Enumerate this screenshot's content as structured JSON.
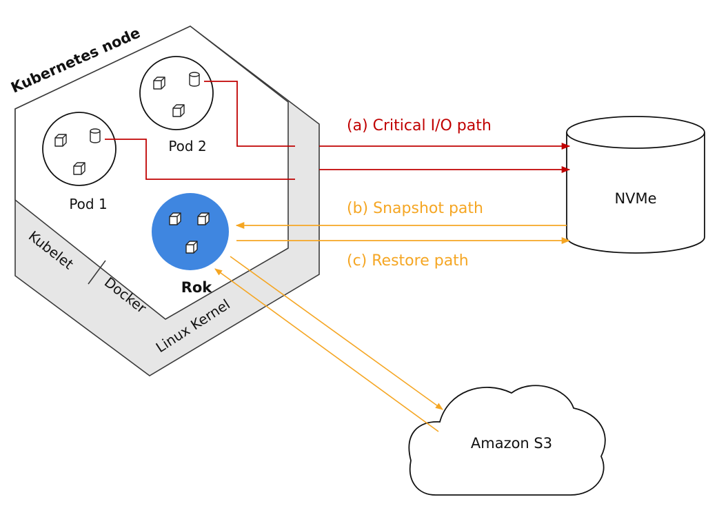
{
  "node": {
    "title": "Kubernetes node"
  },
  "pods": [
    {
      "label": "Pod 1"
    },
    {
      "label": "Pod 2"
    }
  ],
  "components": {
    "kubelet": "Kubelet",
    "docker": "Docker",
    "kernel": "Linux Kernel",
    "rok": "Rok"
  },
  "targets": {
    "nvme": "NVMe",
    "s3": "Amazon S3"
  },
  "paths": {
    "critical": "(a) Critical I/O path",
    "snapshot": "(b) Snapshot path",
    "restore": "(c) Restore path"
  },
  "colors": {
    "critical": "#c00000",
    "snapshot_restore": "#f5a623",
    "rok_fill": "#3f86e0",
    "kernel_fill": "#e6e6e6",
    "outline": "#3a3a3a"
  }
}
